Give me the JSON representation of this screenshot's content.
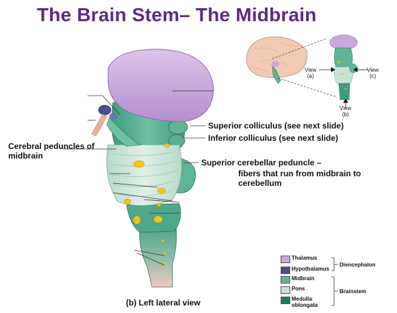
{
  "slide": {
    "title": "The Brain Stem– The Midbrain"
  },
  "labels": {
    "superior_colliculus": "Superior colliculus (see next slide)",
    "inferior_colliculus": "Inferior colliculus (see next slide)",
    "cerebral_peduncles": "Cerebral peduncles of\nmidbrain",
    "superior_cerebellar_peduncle_title": "Superior cerebellar peduncle –",
    "superior_cerebellar_peduncle_desc": "fibers that run from midbrain to\ncerebellum"
  },
  "inset": {
    "view_a": "View\n(a)",
    "view_b": "View\n(b)",
    "view_c": "View\n(c)"
  },
  "caption": "(b) Left lateral view",
  "legend": {
    "items": [
      {
        "label": "Thalamus",
        "color": "#c9a8dc"
      },
      {
        "label": "Hypothalamus",
        "color": "#4a4e8f"
      },
      {
        "label": "Midbrain",
        "color": "#5fb497"
      },
      {
        "label": "Pons",
        "color": "#c9e4d6"
      },
      {
        "label": "Medulla\noblongata",
        "color": "#1d7a62"
      }
    ],
    "groups": [
      {
        "label": "Diencephalon"
      },
      {
        "label": "Brainstem"
      }
    ]
  },
  "colors": {
    "title": "#5b2a86",
    "thalamus": "#c9a8dc",
    "midbrain": "#5fb497",
    "pons": "#c9e4d6",
    "medulla": "#1d7a62",
    "nuclei": "#f0c419",
    "cerebrum": "#f1c9b5"
  }
}
